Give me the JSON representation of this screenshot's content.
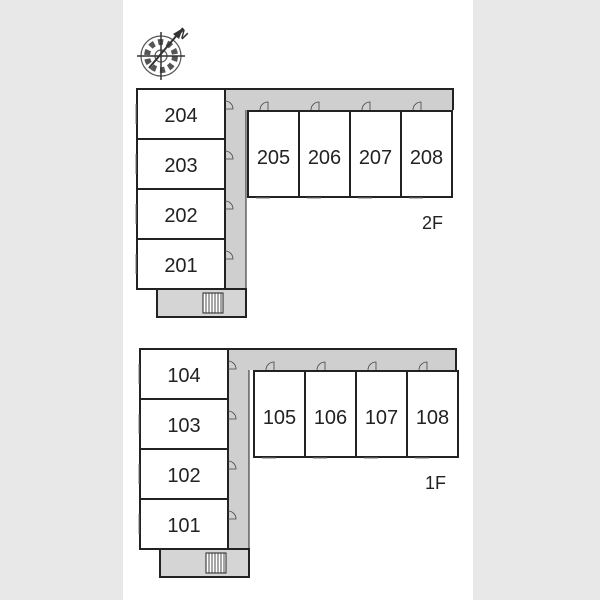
{
  "compass": {
    "north_label": "N",
    "icon": "compass-rose-icon"
  },
  "floors": [
    {
      "label": "2F",
      "left_units": [
        "204",
        "203",
        "202",
        "201"
      ],
      "right_units": [
        "205",
        "206",
        "207",
        "208"
      ]
    },
    {
      "label": "1F",
      "left_units": [
        "104",
        "103",
        "102",
        "101"
      ],
      "right_units": [
        "105",
        "106",
        "107",
        "108"
      ]
    }
  ]
}
